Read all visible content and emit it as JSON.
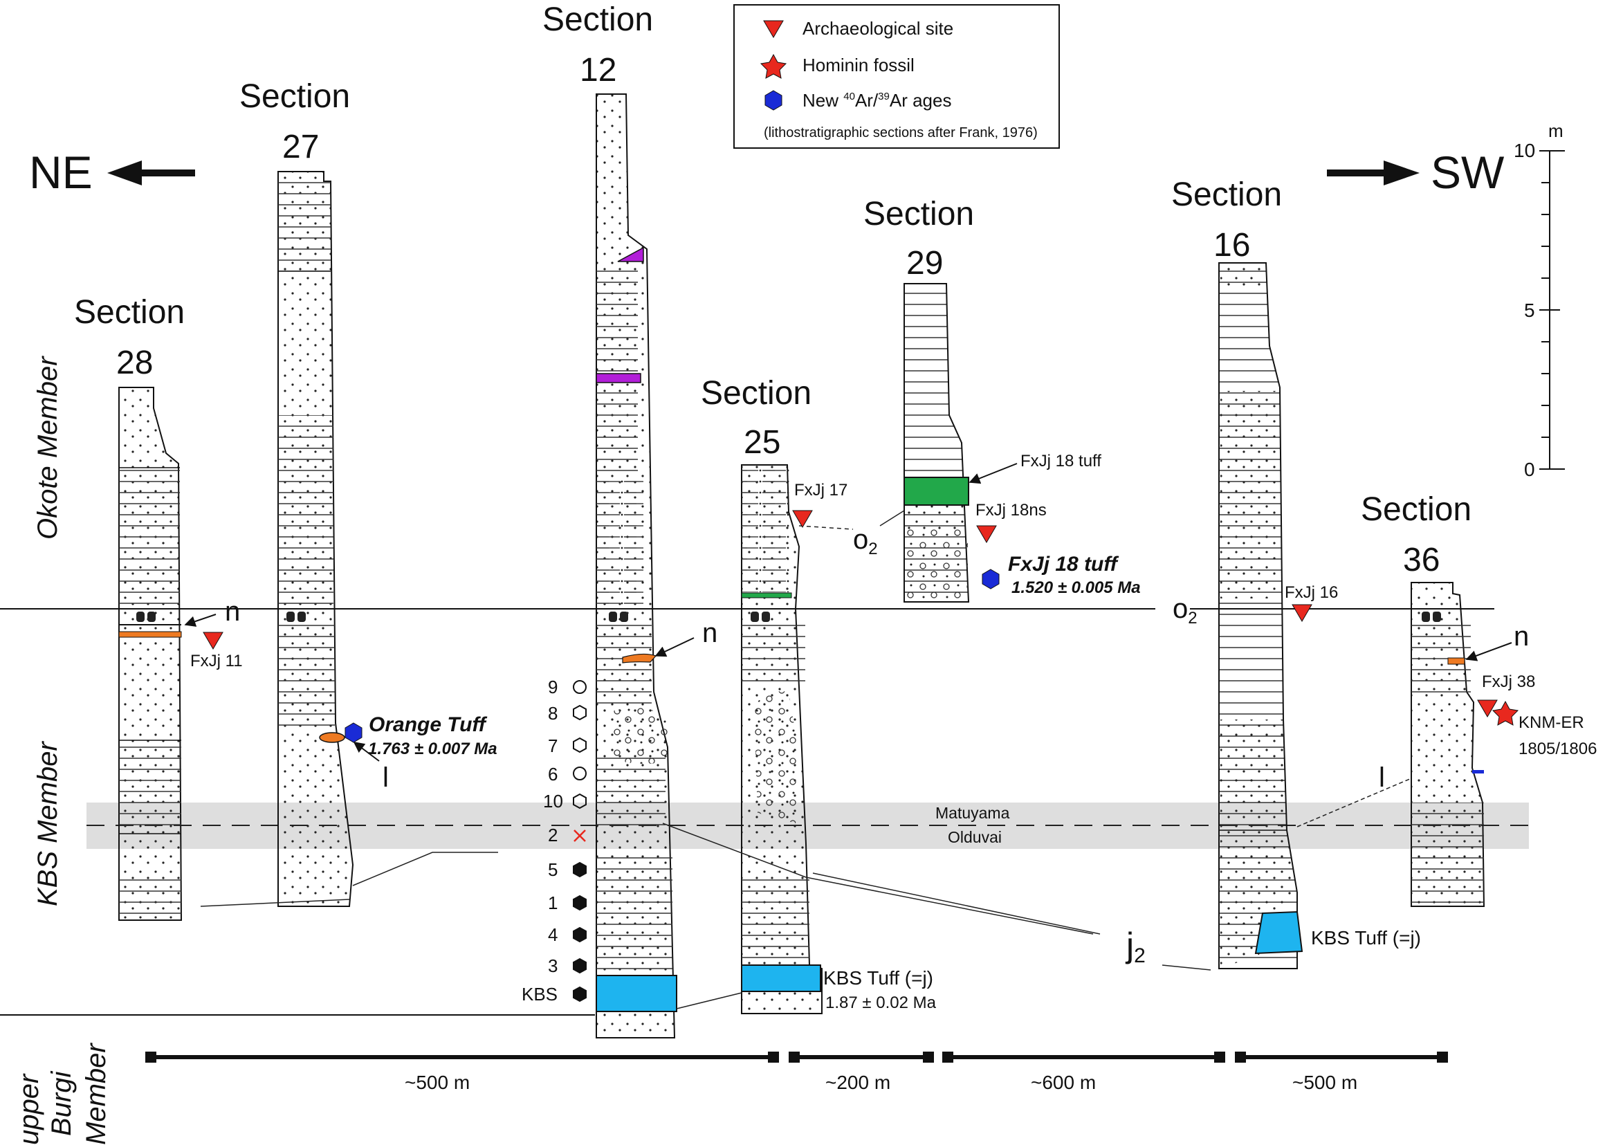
{
  "directions": {
    "ne": "NE",
    "sw": "SW"
  },
  "legend": {
    "archaeological_site": "Archaeological site",
    "hominin_fossil": "Hominin fossil",
    "new_ages_prefix": "New ",
    "new_ages_iso1": "40",
    "new_ages_mid": "Ar/",
    "new_ages_iso2": "39",
    "new_ages_suffix": "Ar ages",
    "note": "(lithostratigraphic sections after Frank, 1976)"
  },
  "members": {
    "okote": "Okote Member",
    "kbs": "KBS Member",
    "upper_burgi_1": "upper",
    "upper_burgi_2": "Burgi",
    "upper_burgi_3": "Member"
  },
  "section_word": "Section",
  "sections": {
    "s28": "28",
    "s27": "27",
    "s12": "12",
    "s25": "25",
    "s29": "29",
    "s16": "16",
    "s36": "36"
  },
  "scale": {
    "unit": "m",
    "t10": "10",
    "t5": "5",
    "t0": "0"
  },
  "labels": {
    "fxjj11": "FxJj 11",
    "fxjj17": "FxJj 17",
    "fxjj18tuff": "FxJj 18 tuff",
    "fxjj18ns": "FxJj 18ns",
    "fxjj18tuff_age_name": "FxJj 18 tuff",
    "fxjj18tuff_age": "1.520 ± 0.005 Ma",
    "fxjj16": "FxJj 16",
    "fxjj38": "FxJj 38",
    "knm_er_1": "KNM-ER",
    "knm_er_2": "1805/1806",
    "orange_tuff": "Orange Tuff",
    "orange_tuff_age": "1.763 ± 0.007 Ma",
    "kbs_tuff_25": "KBS Tuff (=j)",
    "kbs_tuff_25_age": "1.87 ± 0.02 Ma",
    "kbs_tuff_16": "KBS Tuff (=j)",
    "matuyama": "Matuyama",
    "olduvai": "Olduvai",
    "marker_n": "n",
    "marker_l": "l",
    "marker_o2": "o",
    "marker_j2": "j",
    "subscript_2": "2"
  },
  "sample_numbers": [
    "9",
    "8",
    "7",
    "6",
    "10",
    "2",
    "5",
    "1",
    "4",
    "3",
    "KBS"
  ],
  "distances": [
    "~500 m",
    "~200 m",
    "~600 m",
    "~500 m"
  ],
  "colors": {
    "archaeo": "#e8281e",
    "hominin": "#e8281e",
    "age": "#1a2bd6",
    "kbs_tuff": "#1eb4ef",
    "fxjj18_tuff": "#22a84a",
    "purple_tuff": "#b21fd8",
    "orange_tuff": "#ee7a22",
    "polarity_band": "#dedede"
  }
}
